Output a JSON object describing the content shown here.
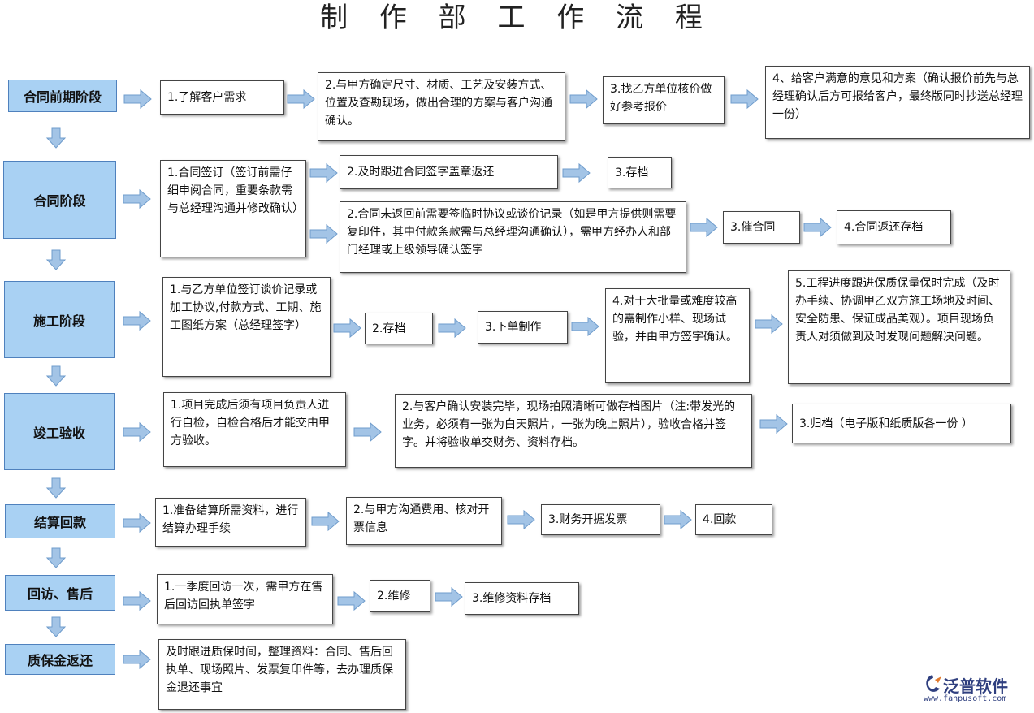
{
  "title": "制 作 部 工 作 流 程",
  "colors": {
    "stage_fill": "#a9d1f3",
    "stage_border": "#4f81bd",
    "arrow_fill": "#a3c4e6",
    "arrow_stroke": "#6f9ccc"
  },
  "stages": [
    "合同前期阶段",
    "合同阶段",
    "施工阶段",
    "竣工验收",
    "结算回款",
    "回访、售后",
    "质保金返还"
  ],
  "steps": {
    "s1": [
      "1.了解客户需求",
      "2.与甲方确定尺寸、材质、工艺及安装方式、位置及查勘现场，做出合理的方案与客户沟通确认。",
      "3.找乙方单位核价做好参考报价",
      "4、给客户满意的意见和方案（确认报价前先与总经理确认后方可报给客户，最终版同时抄送总经理一份）"
    ],
    "s2": [
      "1.合同签订（签订前需仔细申阅合同，重要条款需与总经理沟通并修改确认）",
      "2.及时跟进合同签字盖章返还",
      "3.存档",
      "2.合同未返回前需要签临时协议或谈价记录（如是甲方提供则需要复印件，其中付款条款需与总经理沟通确认），需甲方经办人和部门经理或上级领导确认签字",
      "3.催合同",
      "4.合同返还存档"
    ],
    "s3": [
      "1.与乙方单位签订谈价记录或加工协议,付款方式、工期、施工图纸方案（总经理签字）",
      "2.存档",
      "3.下单制作",
      "4.对于大批量或难度较高的需制作小样、现场试验，并由甲方签字确认。",
      "5.工程进度跟进保质保量保时完成（及时办手续、协调甲乙双方施工场地及时间、安全防患、保证成品美观）。项目现场负责人对须做到及时发现问题解决问题。"
    ],
    "s4": [
      "1.项目完成后须有项目负责人进行自检，自检合格后才能交由甲方验收。",
      "2.与客户确认安装完毕，现场拍照清晰可做存档图片（注:带发光的业务，必须有一张为白天照片，一张为晚上照片），验收合格并签字。并将验收单交财务、资料存档。",
      "3.归档（电子版和纸质版各一份 ）"
    ],
    "s5": [
      "1.准备结算所需资料，进行结算办理手续",
      "2.与甲方沟通费用、核对开票信息",
      "3.财务开据发票",
      "4.回款"
    ],
    "s6": [
      "1.一季度回访一次，需甲方在售后回访回执单签字",
      "2.维修",
      "3.维修资料存档"
    ],
    "s7": [
      "及时跟进质保时间，整理资料：合同、售后回执单、现场照片、发票复印件等，去办理质保金退还事宜"
    ]
  },
  "logo": {
    "brand": "泛普软件",
    "url": "www.fanpusoft.com",
    "icon": "fanpu-logo-icon"
  }
}
